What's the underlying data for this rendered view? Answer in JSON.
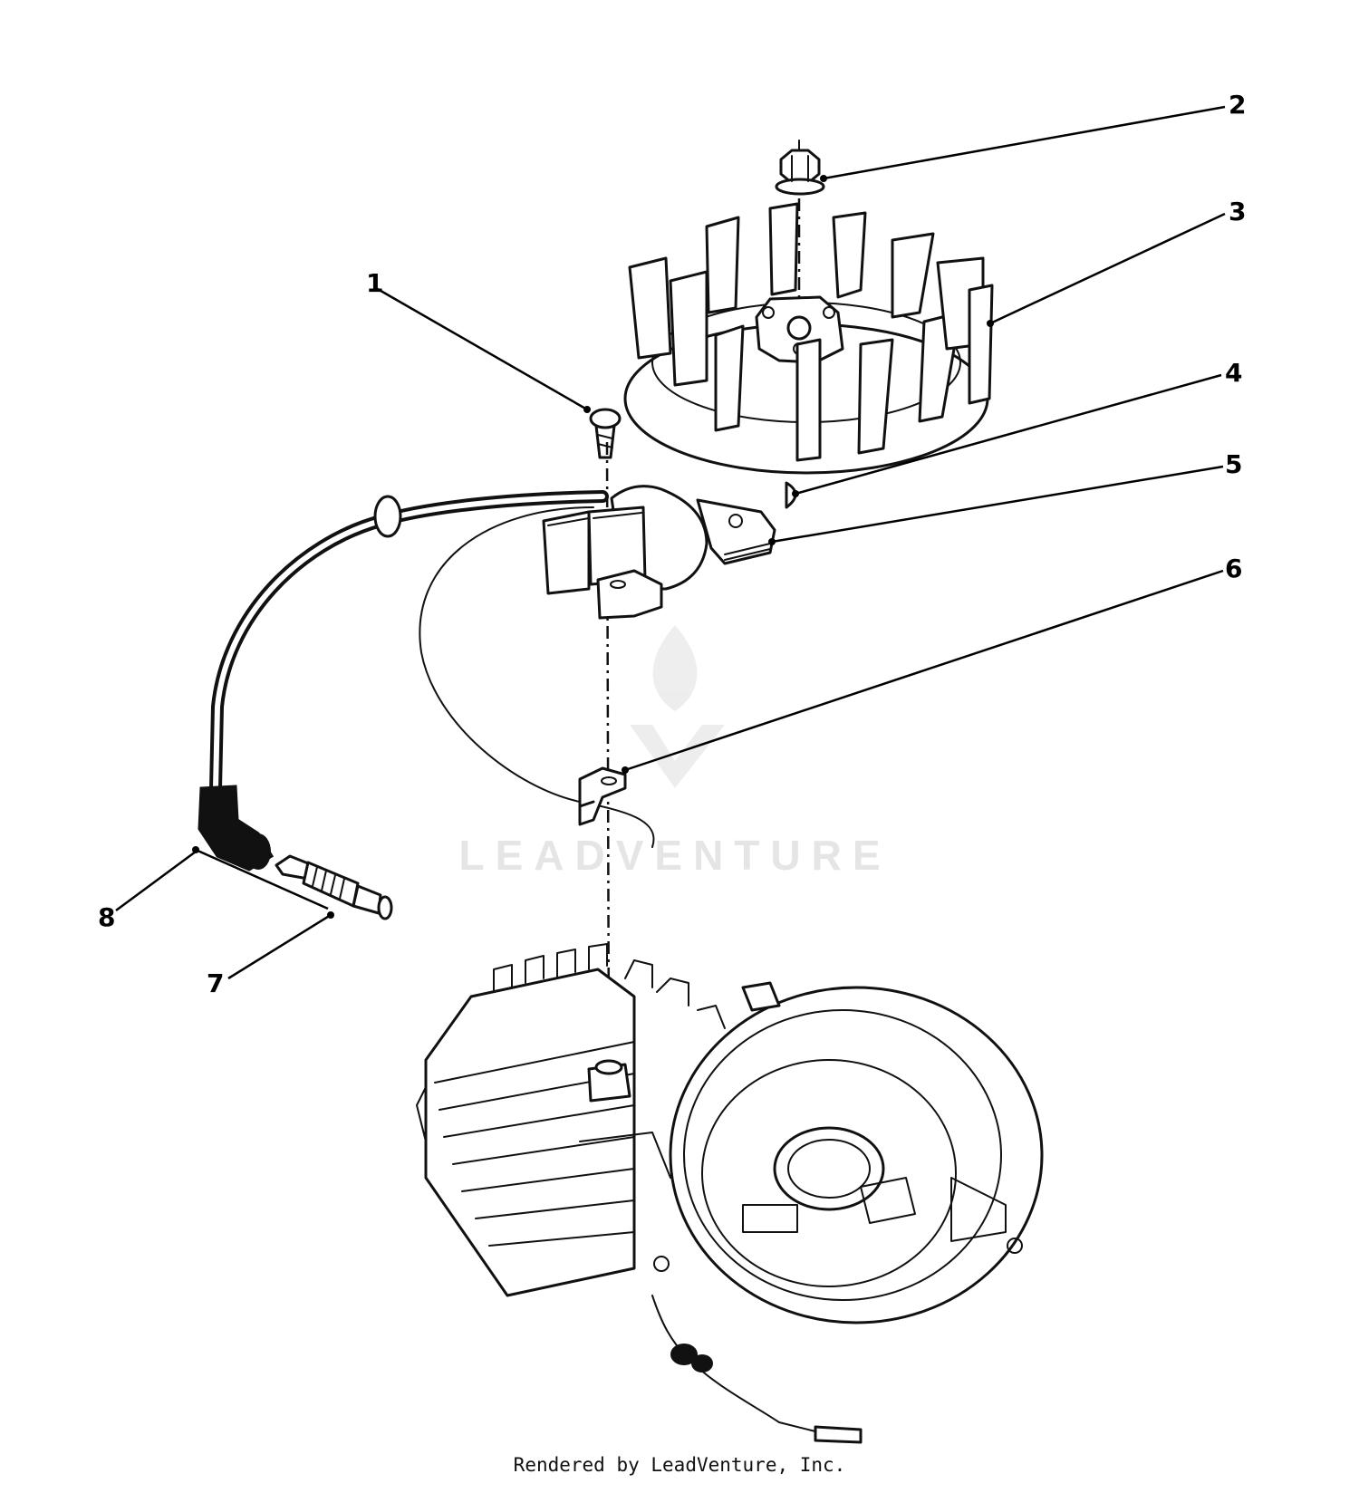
{
  "callouts": [
    "1",
    "2",
    "3",
    "4",
    "5",
    "6",
    "7",
    "8"
  ],
  "watermark": "LEADVENTURE",
  "footer": "Rendered by LeadVenture, Inc.",
  "colors": {
    "line": "#111111",
    "background": "#ffffff",
    "watermark": "#e3e3e3"
  }
}
